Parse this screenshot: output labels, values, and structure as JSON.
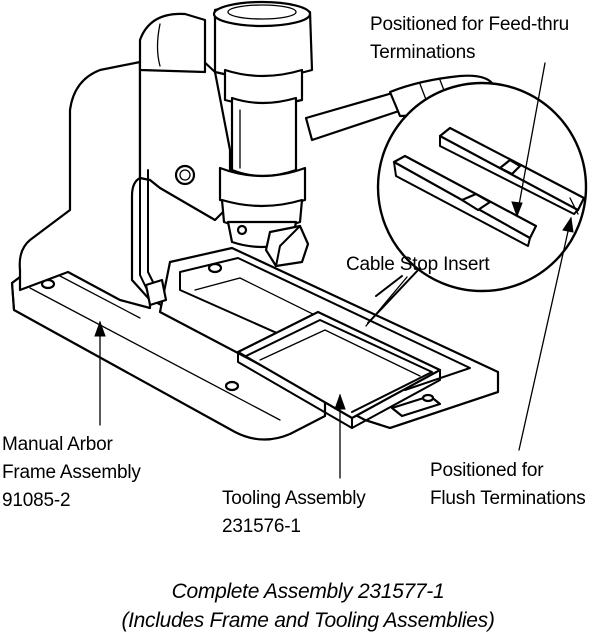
{
  "labels": {
    "feed_thru_line1": "Positioned for Feed-thru",
    "feed_thru_line2": "Terminations",
    "cable_stop": "Cable Stop Insert",
    "manual_arbor_line1": "Manual Arbor",
    "manual_arbor_line2": "Frame Assembly",
    "manual_arbor_line3": "91085-2",
    "tooling_line1": "Tooling Assembly",
    "tooling_line2": "231576-1",
    "flush_line1": "Positioned for",
    "flush_line2": "Flush Terminations"
  },
  "caption": {
    "line1": "Complete Assembly 231577-1",
    "line2": "(Includes Frame and Tooling Assemblies)"
  }
}
